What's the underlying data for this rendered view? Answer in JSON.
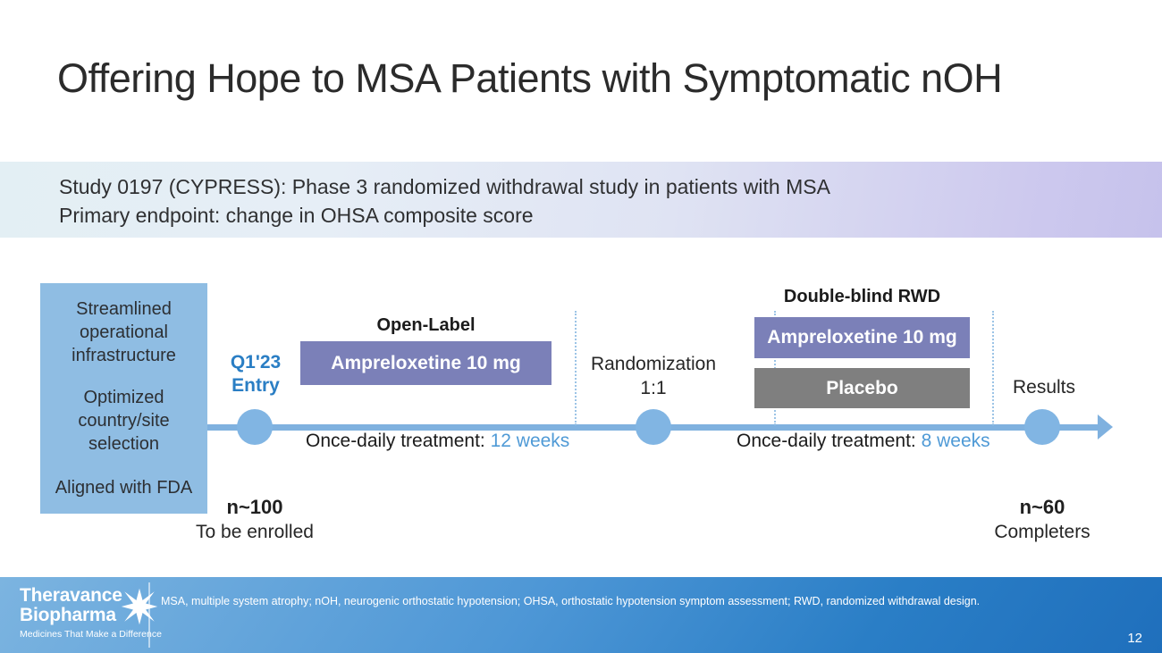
{
  "title": "Offering Hope to MSA Patients with Symptomatic nOH",
  "subtitle": {
    "line1": "Study 0197 (CYPRESS): Phase 3 randomized withdrawal study in patients with MSA",
    "line2": "Primary endpoint: change in OHSA composite score"
  },
  "left_panel": {
    "item1": "Streamlined operational infrastructure",
    "item2": "Optimized country/site selection",
    "item3": "Aligned with FDA"
  },
  "timeline": {
    "entry_label": "Q1'23\nEntry",
    "entry_line1": "Q1'23",
    "entry_line2": "Entry",
    "open_label_header": "Open-Label",
    "open_label_bar": "Ampreloxetine 10 mg",
    "randomization_line1": "Randomization",
    "randomization_line2": "1:1",
    "rwd_header": "Double-blind RWD",
    "rwd_bar_active": "Ampreloxetine 10 mg",
    "rwd_bar_placebo": "Placebo",
    "results_label": "Results",
    "treatment1_prefix": "Once-daily treatment: ",
    "treatment1_duration": "12 weeks",
    "treatment2_prefix": "Once-daily treatment: ",
    "treatment2_duration": "8 weeks",
    "n_left_number": "n~100",
    "n_left_sub": "To be enrolled",
    "n_right_number": "n~60",
    "n_right_sub": "Completers"
  },
  "footer": {
    "logo_line1": "Theravance",
    "logo_line2": "Biopharma",
    "logo_tagline": "Medicines That Make a Difference",
    "footnote": "MSA, multiple system atrophy; nOH, neurogenic orthostatic hypotension; OHSA, orthostatic hypotension symptom assessment; RWD, randomized withdrawal design.",
    "page_number": "12"
  },
  "colors": {
    "accent_blue": "#7fb1df",
    "node_blue": "#81b5e3",
    "drug_purple": "#7b80b8",
    "placebo_gray": "#7f7f7f",
    "left_panel_blue": "#8fbde3",
    "entry_text_blue": "#2a7ec4",
    "duration_highlight": "#4f9ad6"
  }
}
